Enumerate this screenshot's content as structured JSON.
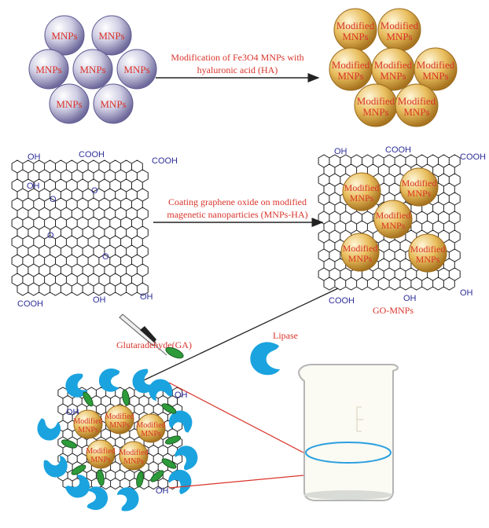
{
  "colors": {
    "label": "#d9342b",
    "chem": "#2e2e9a",
    "lipase": "#1aa3df",
    "ga": "#2e9b3a",
    "beaker_liquid": "#2aa0e0",
    "mnp": "#9a95c0",
    "modified": "#d6a640"
  },
  "step1": {
    "sphere_label": "MNPs",
    "arrow_line1": "Modification of Fe3O4 MNPs with",
    "arrow_line2": "hyaluronic acid (HA)",
    "product_line1": "Modified",
    "product_line2": "MNPs"
  },
  "step2": {
    "arrow_line1": "Coating graphene oxide on modified",
    "arrow_line2": "magenetic nanoparticies (MNPs-HA)",
    "product_label": "GO-MNPs"
  },
  "chem_groups": {
    "oh": "OH",
    "cooh": "COOH",
    "o": "O"
  },
  "step3": {
    "ga_label": "Glutaradehyde(GA)",
    "lipase_label": "Lipase"
  }
}
